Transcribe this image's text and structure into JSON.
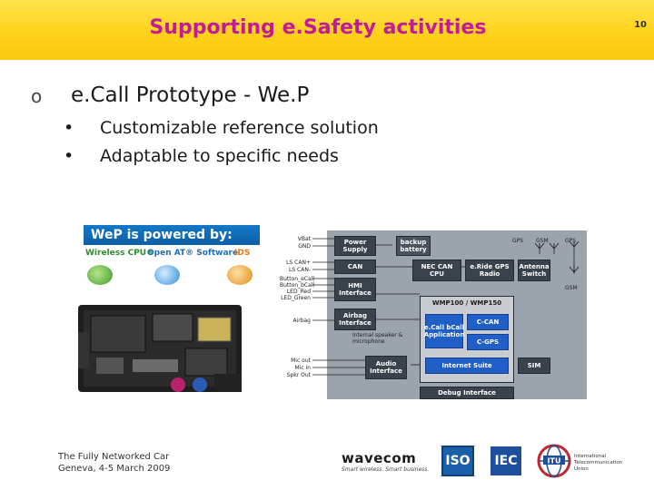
{
  "slide": {
    "title": "Supporting e.Safety activities",
    "page_number": "10"
  },
  "content": {
    "level1_marker": "o",
    "level1_text": "e.Call Prototype - We.P",
    "bullet_symbol": "•",
    "bullets": [
      "Customizable reference solution",
      "Adaptable to specific needs"
    ]
  },
  "product_image": {
    "banner": "WeP is powered by:",
    "features": [
      "Wireless CPU®",
      "Open AT® Software",
      "IDS"
    ]
  },
  "diagram": {
    "signals_left": [
      "VBat",
      "GND",
      "LS CAN+",
      "LS CAN-",
      "Button_eCall",
      "Button_bCall",
      "LED_Red",
      "LED_Green",
      "Airbag",
      "Mic out",
      "Mic in",
      "Spkr Out"
    ],
    "boxes": {
      "power": "Power Supply",
      "backup": "backup battery",
      "can": "CAN",
      "hmi": "HMI Interface",
      "airbag": "Airbag Interface",
      "speaker_note": "Internal speaker & microphone",
      "audio": "Audio Interface",
      "nec_can": "NEC CAN CPU",
      "eride": "e.Ride GPS Radio",
      "antenna": "Antenna Switch",
      "wmp": "WMP100 / WMP150",
      "ecall_app": "e.Call bCall Application",
      "ccan": "C-CAN",
      "cgps": "C-GPS",
      "internet": "Internet Suite",
      "sim": "SIM",
      "debug": "Debug Interface"
    },
    "antenna_labels": [
      "GPS",
      "GSM",
      "GPS",
      "GSM"
    ]
  },
  "footer": {
    "event_line1": "The Fully Networked Car",
    "event_line2": "Geneva, 4-5 March 2009",
    "wavecom_name": "wavecom",
    "wavecom_tagline": "Smart wireless. Smart business.",
    "iso": "ISO",
    "iec": "IEC",
    "itu_line1": "International",
    "itu_line2": "Telecommunication",
    "itu_line3": "Union"
  },
  "colors": {
    "header_yellow": "#ffd21a",
    "title_magenta": "#c21b9a",
    "diagram_blue": "#1f5fc7"
  }
}
